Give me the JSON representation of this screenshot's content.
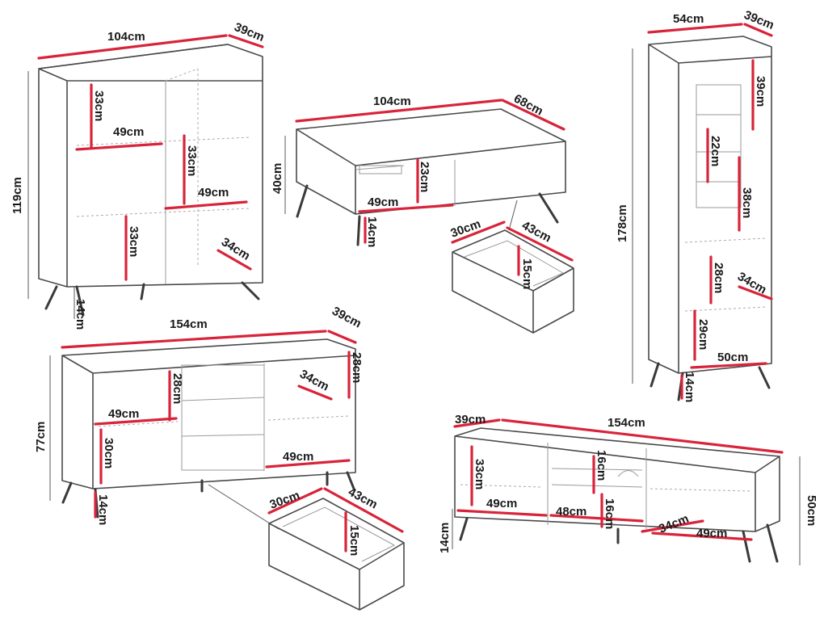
{
  "diagram": {
    "highboard": {
      "width": "104cm",
      "depth": "39cm",
      "height": "119cm",
      "shelf_upper": "33cm",
      "shelf_mid": "33cm",
      "shelf_low": "33cm",
      "width_left": "49cm",
      "width_right": "49cm",
      "inner_depth": "34cm",
      "legs": "14cm"
    },
    "coffee_table": {
      "width": "104cm",
      "depth": "68cm",
      "height": "40cm",
      "inner_height": "23cm",
      "inner_width": "49cm",
      "legs": "14cm"
    },
    "coffee_drawer": {
      "width": "30cm",
      "depth": "43cm",
      "height": "15cm"
    },
    "vitrine": {
      "width": "54cm",
      "depth": "39cm",
      "height": "178cm",
      "shelf_top": "39cm",
      "shelf_glass": "22cm",
      "shelf_mid": "38cm",
      "shelf_low": "28cm",
      "inner_depth": "34cm",
      "shelf_bottom": "29cm",
      "inner_width": "50cm",
      "legs": "14cm"
    },
    "sideboard": {
      "width": "154cm",
      "depth": "39cm",
      "height": "77cm",
      "right_shelf": "28cm",
      "inner_depth": "34cm",
      "left_upper": "28cm",
      "left_width": "49cm",
      "left_lower": "30cm",
      "right_width": "49cm",
      "legs": "14cm"
    },
    "sideboard_drawer": {
      "width": "30cm",
      "depth": "43cm",
      "height": "15cm"
    },
    "tv_stand": {
      "depth": "39cm",
      "width": "154cm",
      "height": "50cm",
      "left_height": "33cm",
      "mid_top": "16cm",
      "mid_bottom": "16cm",
      "left_width": "49cm",
      "mid_width": "48cm",
      "inner_depth": "34cm",
      "right_width": "49cm",
      "legs": "14cm"
    }
  }
}
